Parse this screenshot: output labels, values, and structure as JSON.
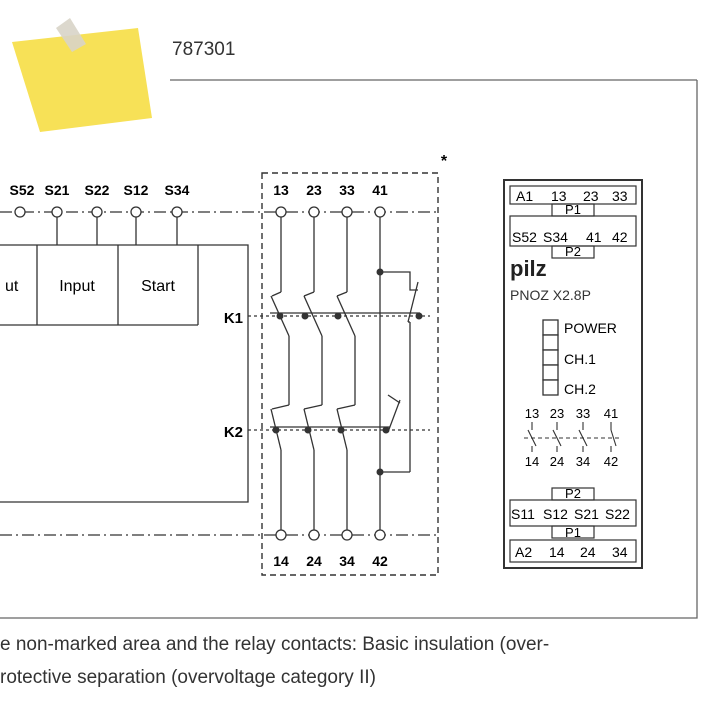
{
  "document": {
    "number": "787301",
    "caption_line1": "e non-marked area and the relay contacts: Basic insulation (over-",
    "caption_line2": "rotective separation (overvoltage category II)",
    "asterisk": "*"
  },
  "colors": {
    "sticky_note": "#f7e157",
    "sticky_tape": "#d8d4c8",
    "line": "#333333",
    "frame": "#666666"
  },
  "schematic": {
    "top_terminals": [
      "S52",
      "S21",
      "S22",
      "S12",
      "S34"
    ],
    "contact_top_terminals": [
      "13",
      "23",
      "33",
      "41"
    ],
    "contact_bottom_terminals": [
      "14",
      "24",
      "34",
      "42"
    ],
    "function_blocks": [
      "ut",
      "Input",
      "Start"
    ],
    "relays": [
      "K1",
      "K2"
    ]
  },
  "device": {
    "row_top": [
      "A1",
      "13",
      "23",
      "33"
    ],
    "p1_top": "P1",
    "row_second": [
      "S52",
      "S34",
      "41",
      "42"
    ],
    "p2_top": "P2",
    "brand": "pilz",
    "model": "PNOZ X2.8P",
    "leds": [
      "POWER",
      "CH.1",
      "CH.2"
    ],
    "contacts_top": [
      "13",
      "23",
      "33",
      "41"
    ],
    "contacts_bottom": [
      "14",
      "24",
      "34",
      "42"
    ],
    "p2_bottom": "P2",
    "row_third": [
      "S11",
      "S12",
      "S21",
      "S22"
    ],
    "p1_bottom": "P1",
    "row_bottom": [
      "A2",
      "14",
      "24",
      "34"
    ]
  }
}
